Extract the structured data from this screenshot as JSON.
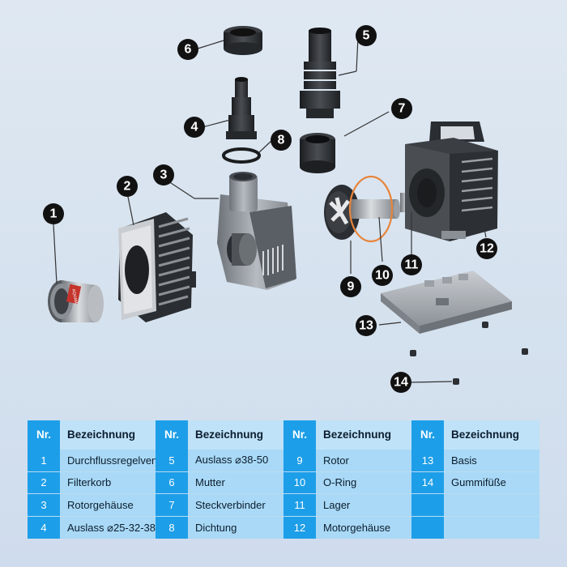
{
  "callouts": [
    "1",
    "2",
    "3",
    "4",
    "5",
    "6",
    "7",
    "8",
    "9",
    "10",
    "11",
    "12",
    "13",
    "14"
  ],
  "table": {
    "header_nr": "Nr.",
    "header_name": "Bezeichnung",
    "columns": [
      [
        {
          "nr": "1",
          "name": "Durchflussregelventil"
        },
        {
          "nr": "2",
          "name": "Filterkorb"
        },
        {
          "nr": "3",
          "name": "Rotorgehäuse"
        },
        {
          "nr": "4",
          "name": "Auslass ⌀25-32-38"
        }
      ],
      [
        {
          "nr": "5",
          "name": "Auslass ⌀38-50"
        },
        {
          "nr": "6",
          "name": "Mutter"
        },
        {
          "nr": "7",
          "name": "Steckverbinder"
        },
        {
          "nr": "8",
          "name": "Dichtung"
        }
      ],
      [
        {
          "nr": "9",
          "name": "Rotor"
        },
        {
          "nr": "10",
          "name": "O-Ring"
        },
        {
          "nr": "11",
          "name": "Lager"
        },
        {
          "nr": "12",
          "name": "Motorgehäuse"
        }
      ],
      [
        {
          "nr": "13",
          "name": "Basis"
        },
        {
          "nr": "14",
          "name": "Gummifüße"
        },
        {
          "nr": "",
          "name": ""
        },
        {
          "nr": "",
          "name": ""
        }
      ]
    ]
  },
  "valve_label": "AQUAM",
  "colors": {
    "table_header_blue": "#1d9ee8",
    "table_light_blue": "#a9d9f6",
    "orange_ring": "#e8843a",
    "callout_black": "#111111"
  }
}
